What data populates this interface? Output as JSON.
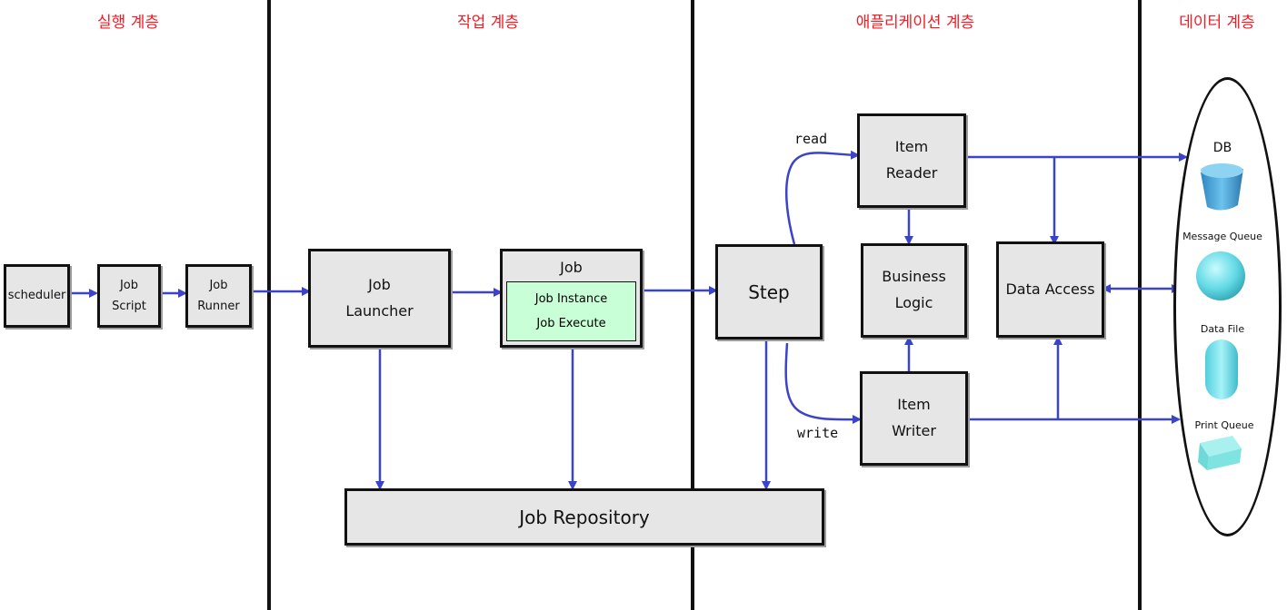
{
  "layers": {
    "execution": "실행 계층",
    "job": "작업 계층",
    "application": "애플리케이션 계층",
    "data": "데이터 계층"
  },
  "nodes": {
    "scheduler": "scheduler",
    "job_script": [
      "Job",
      "Script"
    ],
    "job_runner": [
      "Job",
      "Runner"
    ],
    "job_launcher": [
      "Job",
      "Launcher"
    ],
    "job": "Job",
    "job_instance": "Job Instance",
    "job_execute": "Job Execute",
    "step": "Step",
    "item_reader": [
      "Item",
      "Reader"
    ],
    "business_logic": [
      "Business",
      "Logic"
    ],
    "item_writer": [
      "Item",
      "Writer"
    ],
    "data_access": "Data Access",
    "job_repository": "Job Repository"
  },
  "edge_labels": {
    "read": "read",
    "write": "write"
  },
  "stores": {
    "db": "DB",
    "message_queue": "Message Queue",
    "data_file": "Data File",
    "print_queue": "Print Queue"
  },
  "colors": {
    "layer_title": "#ee1c25",
    "box_fill": "#e6e6e6",
    "job_inner_fill": "#c8ffd6",
    "arrow": "#3a43c9",
    "store_fill": "#7fe3ea"
  }
}
